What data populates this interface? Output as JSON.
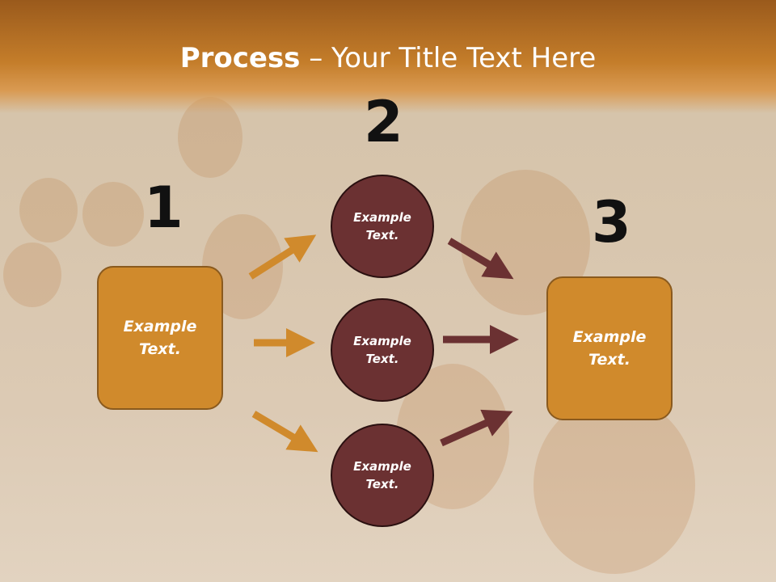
{
  "title": {
    "bold": "Process",
    "rest": " – Your Title Text Here"
  },
  "numbers": {
    "one": "1",
    "two": "2",
    "three": "3"
  },
  "left_box": {
    "text": "Example\nText."
  },
  "circles": [
    {
      "text": "Example\nText."
    },
    {
      "text": "Example\nText."
    },
    {
      "text": "Example\nText."
    }
  ],
  "right_box": {
    "text": "Example\nText."
  },
  "colors": {
    "orange": "#d08a2c",
    "maroon": "#6b3132",
    "header": "#c47d2a"
  }
}
